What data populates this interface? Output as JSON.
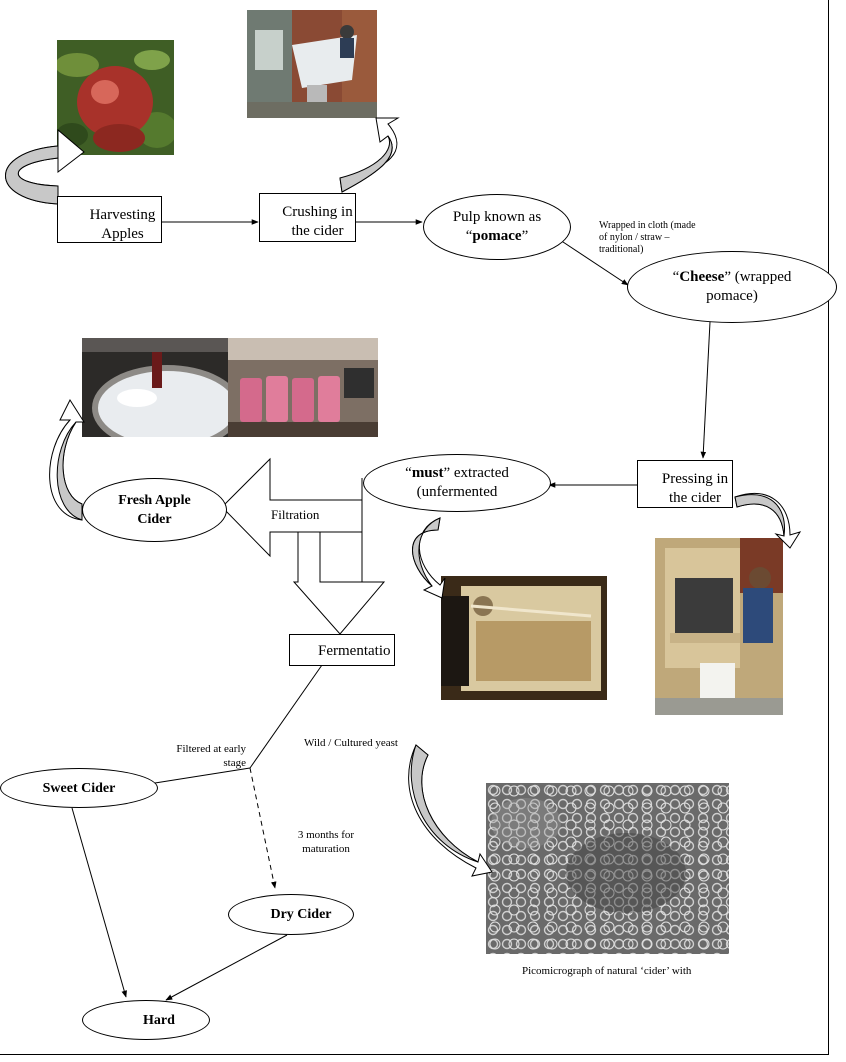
{
  "nodes": {
    "harvesting": "Harvesting Apples",
    "crushing": "Crushing in the cider",
    "pulp_prefix": "Pulp known as “",
    "pulp_bold": "pomace",
    "pulp_suffix": "”",
    "cheese_prefix": "“",
    "cheese_bold": "Cheese",
    "cheese_suffix": "” (wrapped pomace)",
    "pressing": "Pressing in the cider",
    "must_prefix": "“",
    "must_bold": "must",
    "must_suffix": "” extracted (unfermented",
    "fresh_cider": "Fresh Apple Cider",
    "fermentation": "Fermentatio",
    "sweet_cider": "Sweet Cider",
    "dry_cider": "Dry Cider",
    "hard": "Hard"
  },
  "labels": {
    "wrapped": "Wrapped in cloth (made of nylon / straw – traditional)",
    "filtration": "Filtration",
    "filtered_early": "Filtered at early stage",
    "yeast": "Wild / Cultured yeast",
    "maturation": "3 months for maturation",
    "caption": "Picomicrograph of natural ‘cider’ with"
  }
}
